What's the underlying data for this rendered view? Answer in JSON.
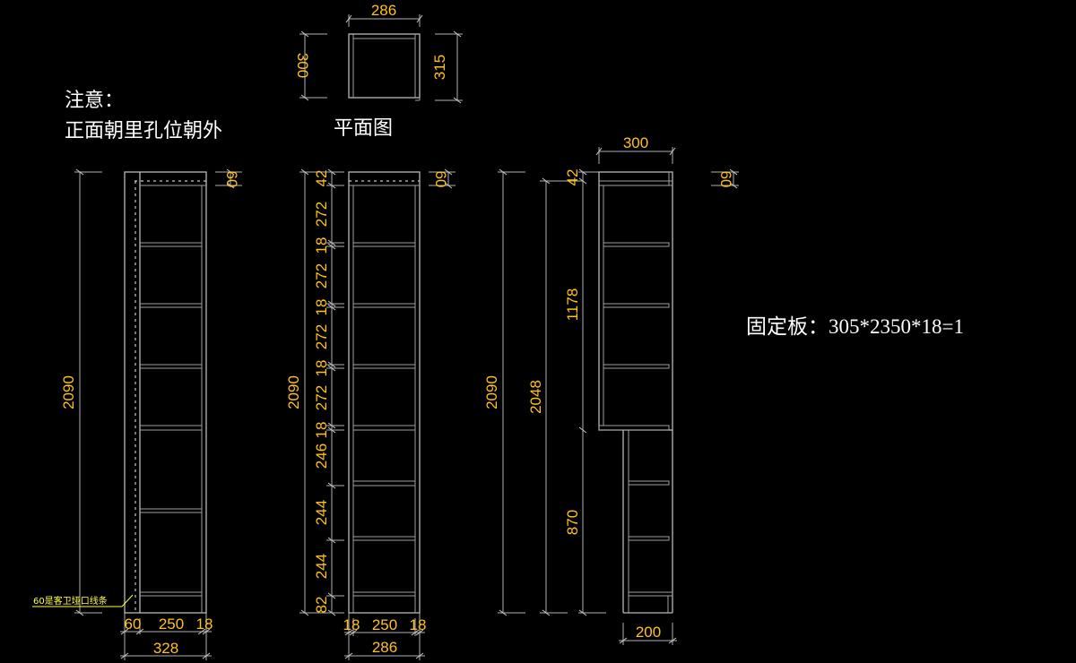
{
  "notes": {
    "title": "注意：",
    "line": "正面朝里孔位朝外",
    "plan_label": "平面图",
    "fixed_panel": "固定板：305*2350*18=1",
    "line_note": "60是客卫垭口线条"
  },
  "plan_view": {
    "width": "286",
    "left_depth": "300",
    "right_depth": "315"
  },
  "view_a": {
    "overall_height": "2090",
    "top_offset": "60",
    "bottom_widths": [
      "60",
      "250",
      "18"
    ],
    "bottom_total": "328"
  },
  "view_b": {
    "overall_height": "2090",
    "top_offset": "60",
    "segments": [
      "42",
      "272",
      "18",
      "272",
      "18",
      "272",
      "18",
      "272",
      "18",
      "246",
      "244",
      "244",
      "82"
    ],
    "bottom_widths": [
      "18",
      "250",
      "18"
    ],
    "bottom_total": "286"
  },
  "view_c": {
    "overall_height": "2090",
    "inner_height": "2048",
    "top_width": "300",
    "top_offset": "60",
    "top_segment": "42",
    "upper_height": "1178",
    "lower_height": "870",
    "bottom_width": "200"
  },
  "colors": {
    "background": "#000000",
    "lines": "#b8b8b8",
    "dimension_text": "#ffc21a",
    "note_text": "#ffffff",
    "annotation": "#ffff40"
  }
}
